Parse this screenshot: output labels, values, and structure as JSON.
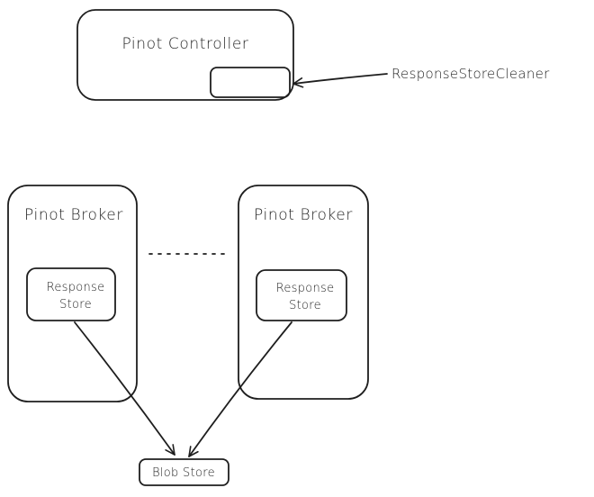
{
  "controller": {
    "title": "Pinot Controller",
    "component_label": "ResponseStoreCleaner"
  },
  "brokers": [
    {
      "title": "Pinot Broker",
      "store_line1": "Response",
      "store_line2": "Store"
    },
    {
      "title": "Pinot Broker",
      "store_line1": "Response",
      "store_line2": "Store"
    }
  ],
  "blob_store": {
    "label": "Blob Store"
  },
  "colors": {
    "stroke": "#1e1e1e",
    "background": "#ffffff"
  }
}
